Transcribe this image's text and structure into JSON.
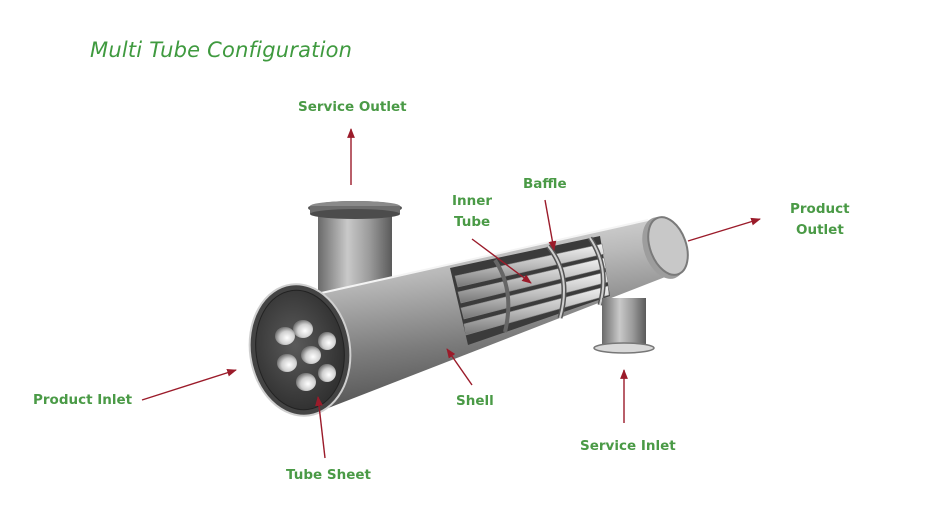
{
  "title": "Multi Tube Configuration",
  "labels": {
    "service_outlet": "Service Outlet",
    "inner_tube_line1": "Inner",
    "inner_tube_line2": "Tube",
    "baffle": "Baffle",
    "product_outlet_line1": "Product",
    "product_outlet_line2": "Outlet",
    "product_inlet": "Product Inlet",
    "shell": "Shell",
    "service_inlet": "Service Inlet",
    "tube_sheet": "Tube Sheet"
  },
  "colors": {
    "label_text": "#4a9a46",
    "title_text": "#3f9a3f",
    "arrow": "#9b1b2a"
  }
}
